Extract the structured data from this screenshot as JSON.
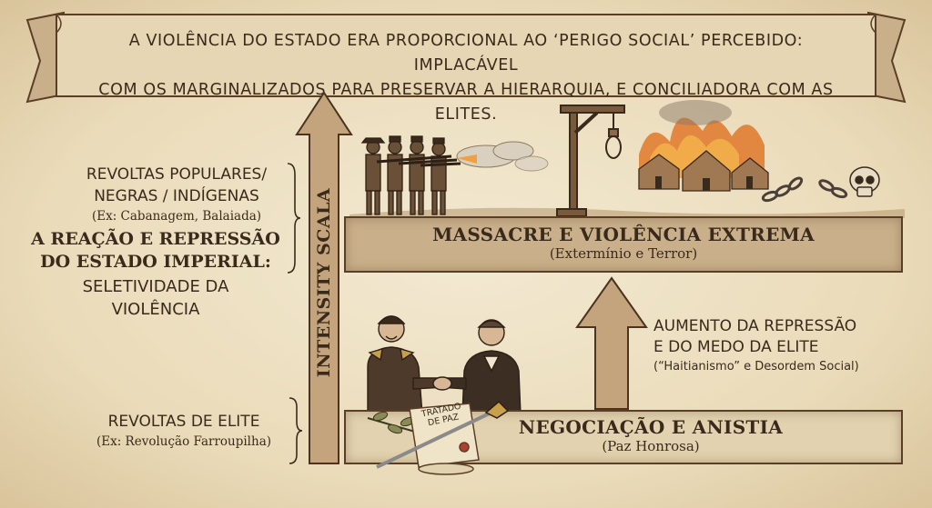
{
  "banner": {
    "line1": "A VIOLÊNCIA DO ESTADO ERA PROPORCIONAL AO ‘PERIGO SOCIAL’ PERCEBIDO: IMPLACÁVEL",
    "line2": "COM OS MARGINALIZADOS PARA PRESERVAR A HIERARQUIA, E CONCILIADORA COM AS ELITES."
  },
  "left": {
    "popular_line1": "REVOLTAS POPULARES/",
    "popular_line2": "NEGRAS / INDÍGENAS",
    "popular_example": "(Ex: Cabanagem, Balaiada)",
    "main_title_line1": "A REAÇÃO E REPRESSÃO",
    "main_title_line2": "DO ESTADO IMPERIAL:",
    "main_subtitle_line1": "SELETIVIDADE DA",
    "main_subtitle_line2": "VIOLÊNCIA",
    "elite_line1": "REVOLTAS DE ELITE",
    "elite_example": "(Ex: Revolução Farroupilha)"
  },
  "axis": {
    "label": "INTENSITY SCALA"
  },
  "top_box": {
    "title": "MASSACRE E VIOLÊNCIA EXTREMA",
    "subtitle": "(Extermínio e Terror)"
  },
  "bottom_box": {
    "title": "NEGOCIAÇÃO E ANISTIA",
    "subtitle": "(Paz Honrosa)"
  },
  "escalation": {
    "line1": "AUMENTO DA REPRESSÃO",
    "line2": "E DO MEDO DA ELITE",
    "note": "(“Haitianismo” e Desordem Social)"
  },
  "treaty": {
    "line1": "TRATADO",
    "line2": "DE PAZ"
  },
  "colors": {
    "paper": "#efe3c8",
    "ink": "#3a2a1c",
    "box_dark": "#c9b08a",
    "box_light": "#e2d2af",
    "arrow": "#c4a47d",
    "fire": "#e0782a"
  }
}
